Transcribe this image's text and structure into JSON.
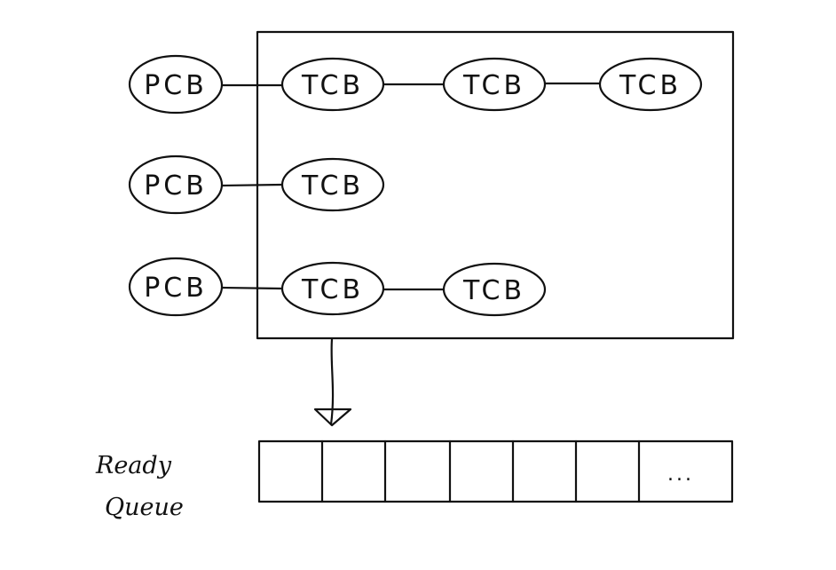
{
  "colors": {
    "ink": "#111111",
    "background": "#ffffff"
  },
  "processes": [
    {
      "pcb": "PCB",
      "threads": [
        "TCB",
        "TCB",
        "TCB"
      ]
    },
    {
      "pcb": "PCB",
      "threads": [
        "TCB"
      ]
    },
    {
      "pcb": "PCB",
      "threads": [
        "TCB",
        "TCB"
      ]
    }
  ],
  "ready_queue": {
    "label_line1": "Ready",
    "label_line2": "Queue",
    "slot_count": 7,
    "ellipsis": "..."
  }
}
